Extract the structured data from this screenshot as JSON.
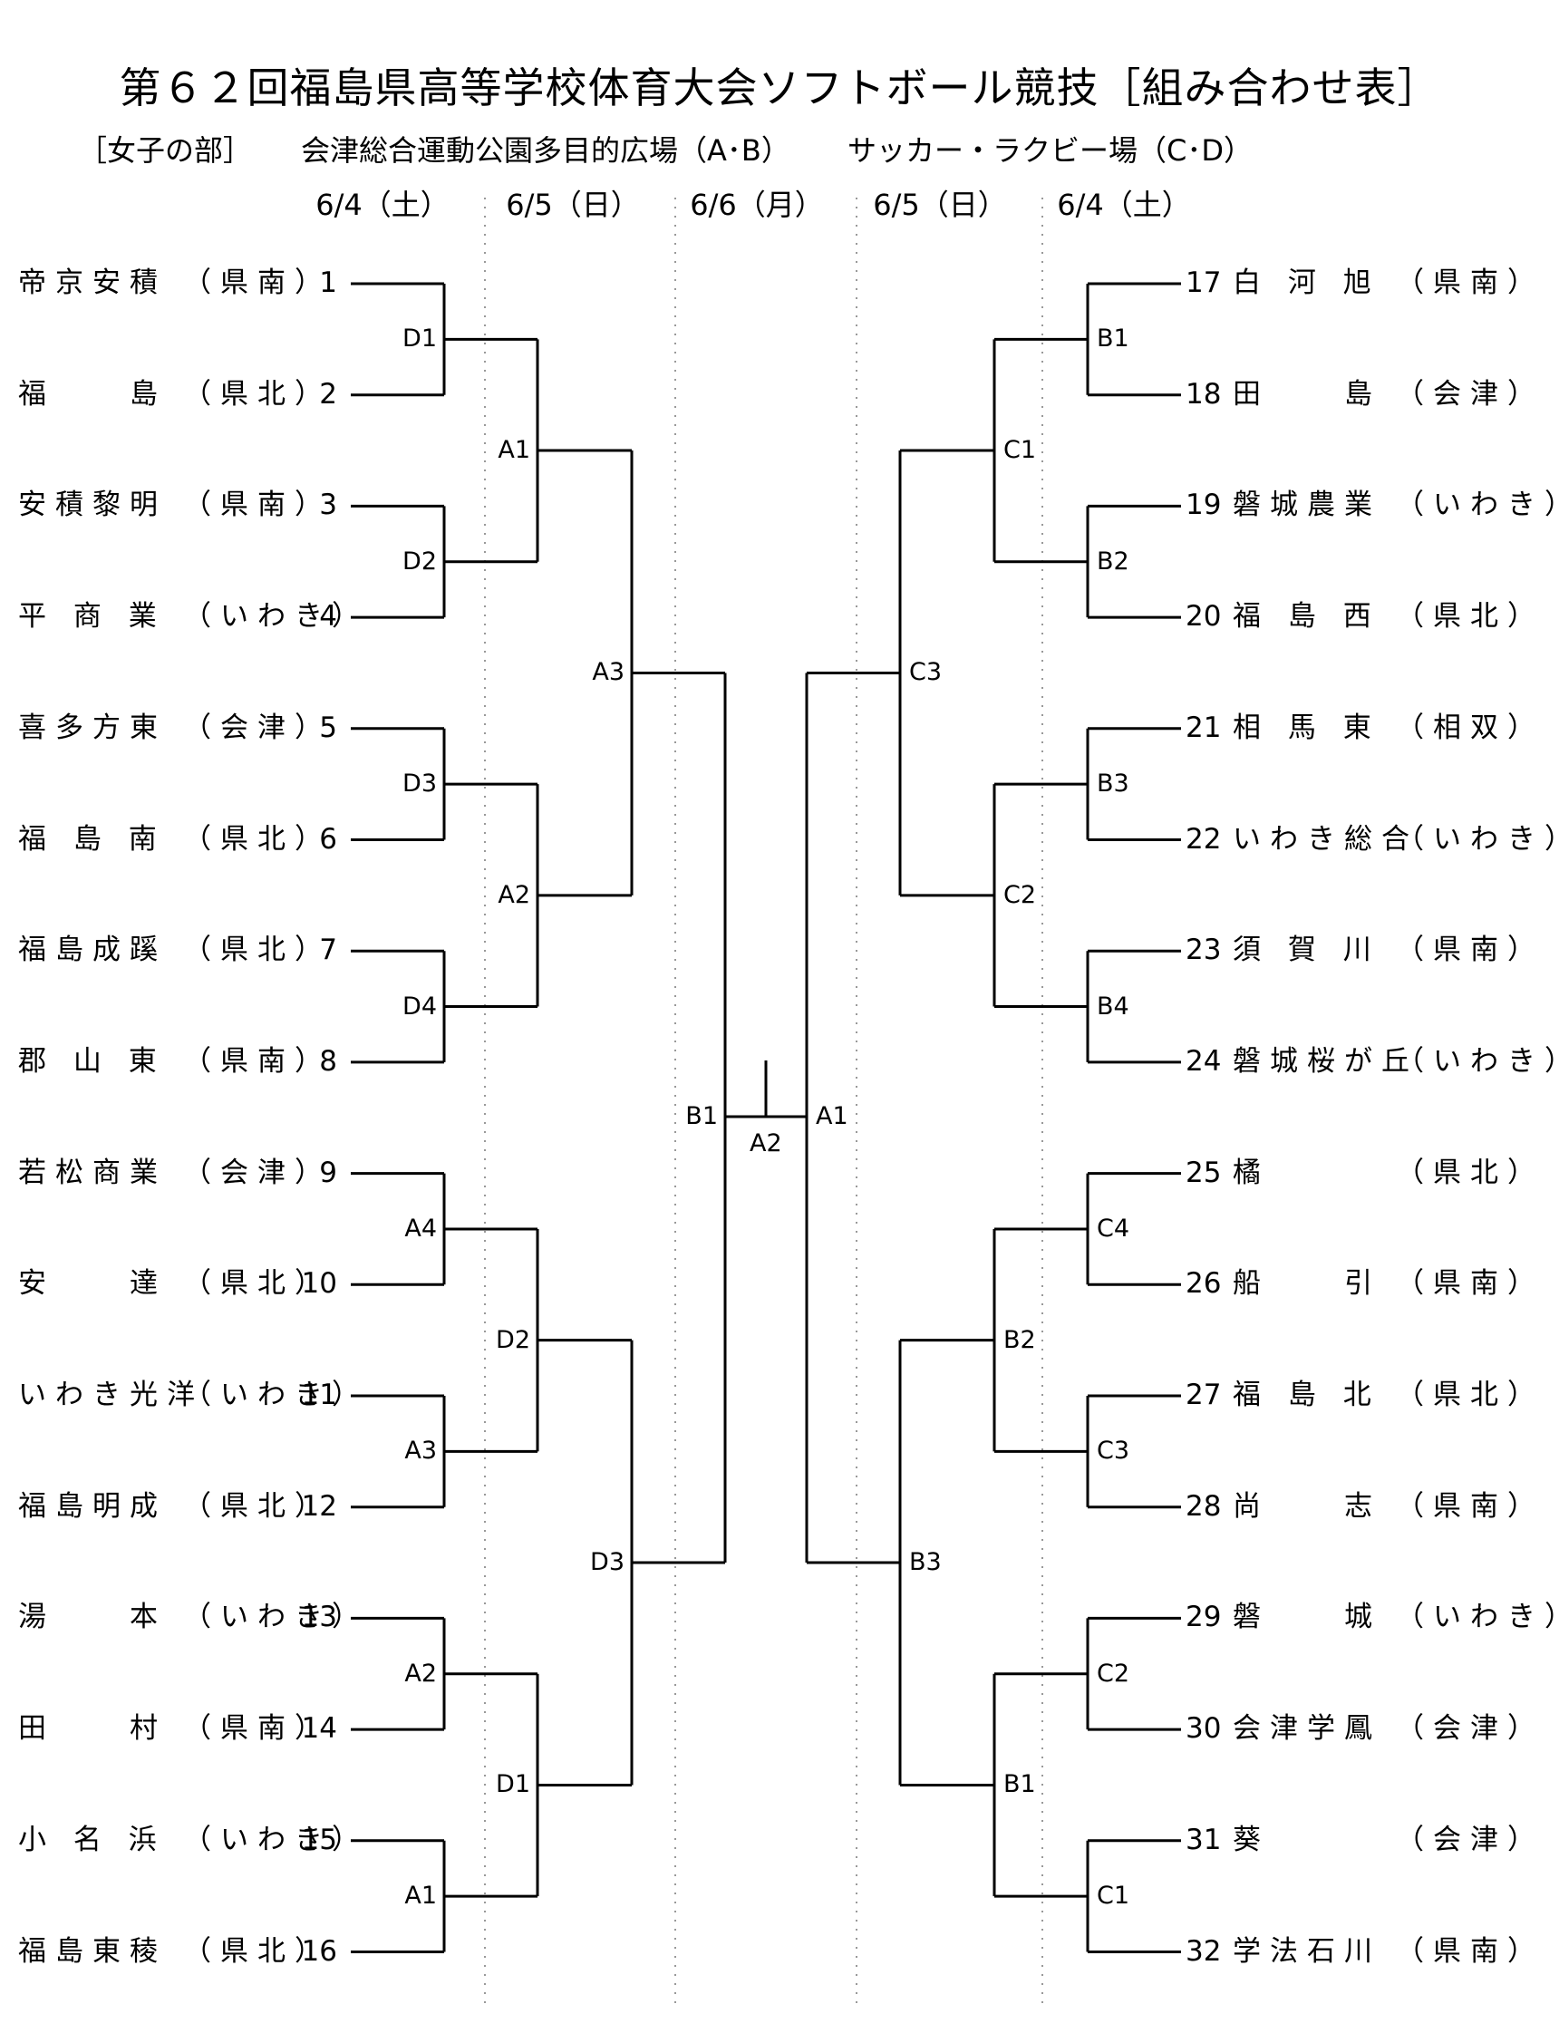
{
  "header": {
    "title": "第６２回福島県高等学校体育大会ソフトボール競技［組み合わせ表］",
    "division": "［女子の部］",
    "venue_ab": "会津総合運動公園多目的広場（A･B）",
    "venue_cd": "サッカー・ラクビー場（C･D）"
  },
  "dates": [
    "6/4（土）",
    "6/5（日）",
    "6/6（月）",
    "6/5（日）",
    "6/4（土）"
  ],
  "teams_left": [
    {
      "seed": "1",
      "name": "帝京安積",
      "region": "（県南）"
    },
    {
      "seed": "2",
      "name": "福　　島",
      "region": "（県北）"
    },
    {
      "seed": "3",
      "name": "安積黎明",
      "region": "（県南）"
    },
    {
      "seed": "4",
      "name": "平 商 業",
      "region": "（いわき）"
    },
    {
      "seed": "5",
      "name": "喜多方東",
      "region": "（会津）"
    },
    {
      "seed": "6",
      "name": "福 島 南",
      "region": "（県北）"
    },
    {
      "seed": "7",
      "name": "福島成蹊",
      "region": "（県北）"
    },
    {
      "seed": "8",
      "name": "郡 山 東",
      "region": "（県南）"
    },
    {
      "seed": "9",
      "name": "若松商業",
      "region": "（会津）"
    },
    {
      "seed": "10",
      "name": "安　　達",
      "region": "（県北）"
    },
    {
      "seed": "11",
      "name": "いわき光洋",
      "region": "（いわき）"
    },
    {
      "seed": "12",
      "name": "福島明成",
      "region": "（県北）"
    },
    {
      "seed": "13",
      "name": "湯　　本",
      "region": "（いわき）"
    },
    {
      "seed": "14",
      "name": "田　　村",
      "region": "（県南）"
    },
    {
      "seed": "15",
      "name": "小 名 浜",
      "region": "（いわき）"
    },
    {
      "seed": "16",
      "name": "福島東稜",
      "region": "（県北）"
    }
  ],
  "teams_right": [
    {
      "seed": "17",
      "name": "白 河 旭",
      "region": "（県南）"
    },
    {
      "seed": "18",
      "name": "田　　島",
      "region": "（会津）"
    },
    {
      "seed": "19",
      "name": "磐城農業",
      "region": "（いわき）"
    },
    {
      "seed": "20",
      "name": "福 島 西",
      "region": "（県北）"
    },
    {
      "seed": "21",
      "name": "相 馬 東",
      "region": "（相双）"
    },
    {
      "seed": "22",
      "name": "いわき総合",
      "region": "（いわき）"
    },
    {
      "seed": "23",
      "name": "須 賀 川",
      "region": "（県南）"
    },
    {
      "seed": "24",
      "name": "磐城桜が丘",
      "region": "（いわき）"
    },
    {
      "seed": "25",
      "name": "橘",
      "region": "（県北）"
    },
    {
      "seed": "26",
      "name": "船　　引",
      "region": "（県南）"
    },
    {
      "seed": "27",
      "name": "福 島 北",
      "region": "（県北）"
    },
    {
      "seed": "28",
      "name": "尚　　志",
      "region": "（県南）"
    },
    {
      "seed": "29",
      "name": "磐　　城",
      "region": "（いわき）"
    },
    {
      "seed": "30",
      "name": "会津学鳳",
      "region": "（会津）"
    },
    {
      "seed": "31",
      "name": "葵",
      "region": "（会津）"
    },
    {
      "seed": "32",
      "name": "学法石川",
      "region": "（県南）"
    }
  ],
  "matches_left": {
    "r1": [
      "D1",
      "D2",
      "D3",
      "D4",
      "A4",
      "A3",
      "A2",
      "A1"
    ],
    "r2": [
      "A1",
      "A2",
      "D2",
      "D1"
    ],
    "r3": [
      "A3",
      "D3"
    ],
    "semi": "B1"
  },
  "matches_right": {
    "r1": [
      "B1",
      "B2",
      "B3",
      "B4",
      "C4",
      "C3",
      "C2",
      "C1"
    ],
    "r2": [
      "C1",
      "C2",
      "B2",
      "B1"
    ],
    "r3": [
      "C3",
      "B3"
    ],
    "semi": "A1"
  },
  "final": "A2"
}
